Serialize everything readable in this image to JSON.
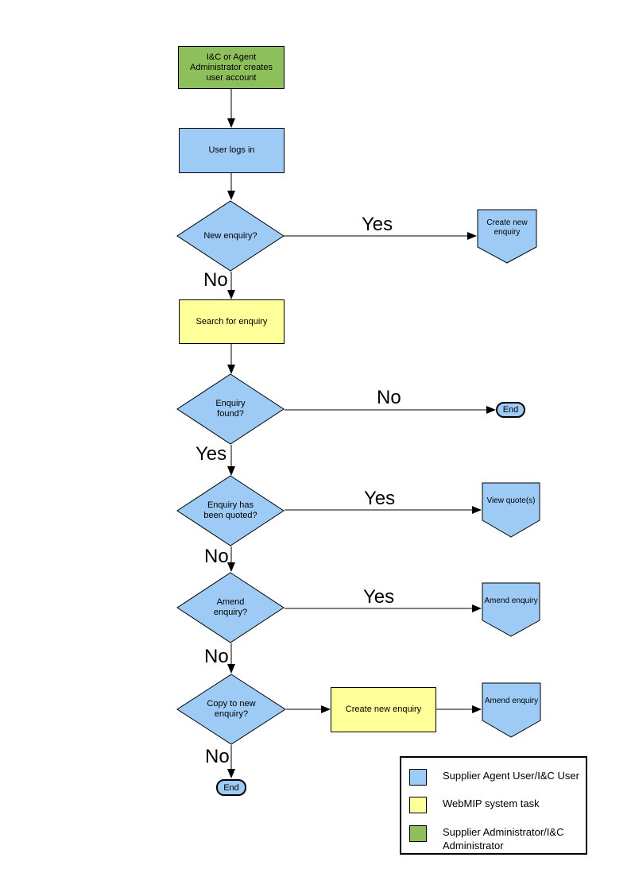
{
  "palette": {
    "actor_blue": "#9DCBF5",
    "task_yellow": "#FFFF99",
    "admin_green": "#8DC05A",
    "line_black": "#000000"
  },
  "nodes": {
    "create_account": {
      "label": "I&C or Agent Administrator creates user account"
    },
    "user_logs_in": {
      "label": "User logs in"
    },
    "new_enquiry": {
      "label": "New enquiry?"
    },
    "create_new_enquiry_top": {
      "label": "Create new enquiry"
    },
    "search_for_enquiry": {
      "label": "Search for enquiry"
    },
    "enquiry_found": {
      "label": "Enquiry found?"
    },
    "end_right": {
      "label": "End"
    },
    "enquiry_quoted": {
      "label": "Enquiry has been quoted?"
    },
    "view_quotes": {
      "label": "View quote(s)"
    },
    "amend_enquiry_question": {
      "label": "Amend enquiry?"
    },
    "amend_enquiry_mid": {
      "label": "Amend enquiry"
    },
    "copy_to_new_enquiry": {
      "label": "Copy to new enquiry?"
    },
    "create_new_enquiry_mid": {
      "label": "Create new enquiry"
    },
    "amend_enquiry_bottom": {
      "label": "Amend enquiry"
    },
    "end_bottom": {
      "label": "End"
    }
  },
  "edge_labels": {
    "yes_new_enquiry": "Yes",
    "no_new_enquiry": "No",
    "no_enquiry_found": "No",
    "yes_enquiry_found": "Yes",
    "yes_quoted": "Yes",
    "no_quoted": "No",
    "yes_amend": "Yes",
    "no_amend": "No",
    "no_copy": "No"
  },
  "legend": {
    "items": [
      {
        "color": "#9DCBF5",
        "label": "Supplier Agent User/I&C User"
      },
      {
        "color": "#FFFF99",
        "label": "WebMIP system task"
      },
      {
        "color": "#8DC05A",
        "label": "Supplier Administrator/I&C Administrator"
      }
    ]
  }
}
